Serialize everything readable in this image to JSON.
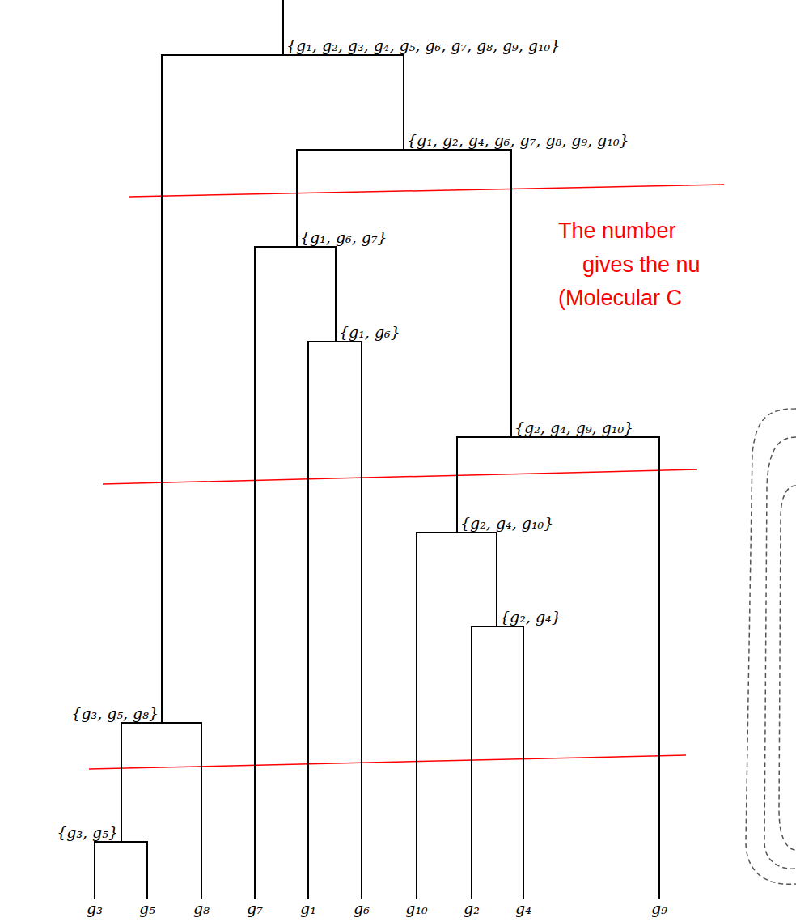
{
  "diagram": {
    "nodes": [
      {
        "text": [
          "{g₁, g₂, g₃, g₄, g₅, g₆, g₇, g₈, g₉, g₁₀}"
        ]
      },
      {
        "text": [
          "{g₁, g₂, g₄, g₆, g₇, g₈, g₉, g₁₀}"
        ]
      },
      {
        "text": [
          "{g₁, g₆, g₇}"
        ]
      },
      {
        "text": [
          "{g₁, g₆}"
        ]
      },
      {
        "text": [
          "{g₂, g₄, g₉, g₁₀}"
        ]
      },
      {
        "text": [
          "{g₂, g₄, g₁₀}"
        ]
      },
      {
        "text": [
          "{g₂, g₄}"
        ]
      },
      {
        "text": [
          "{g₃, g₅, g₈}"
        ]
      },
      {
        "text": [
          "{g₃, g₅}"
        ]
      },
      {
        "text": [
          "g₃"
        ]
      },
      {
        "text": [
          "g₅"
        ]
      },
      {
        "text": [
          "g₈"
        ]
      },
      {
        "text": [
          "g₇"
        ]
      },
      {
        "text": [
          "g₁"
        ]
      },
      {
        "text": [
          "g₆"
        ]
      },
      {
        "text": [
          "g₁₀"
        ]
      },
      {
        "text": [
          "g₂"
        ]
      },
      {
        "text": [
          "g₄"
        ]
      },
      {
        "text": [
          "g₉"
        ]
      }
    ],
    "edges": [
      {
        "from": 0,
        "to": 7,
        "arrow": "none"
      },
      {
        "from": 0,
        "to": 1,
        "arrow": "none"
      },
      {
        "from": 1,
        "to": 2,
        "arrow": "none"
      },
      {
        "from": 1,
        "to": 4,
        "arrow": "none"
      },
      {
        "from": 2,
        "to": 12,
        "arrow": "none"
      },
      {
        "from": 2,
        "to": 3,
        "arrow": "none"
      },
      {
        "from": 3,
        "to": 13,
        "arrow": "none"
      },
      {
        "from": 3,
        "to": 14,
        "arrow": "none"
      },
      {
        "from": 4,
        "to": 5,
        "arrow": "none"
      },
      {
        "from": 4,
        "to": 18,
        "arrow": "none"
      },
      {
        "from": 5,
        "to": 15,
        "arrow": "none"
      },
      {
        "from": 5,
        "to": 6,
        "arrow": "none"
      },
      {
        "from": 6,
        "to": 16,
        "arrow": "none"
      },
      {
        "from": 6,
        "to": 17,
        "arrow": "none"
      },
      {
        "from": 7,
        "to": 8,
        "arrow": "none"
      },
      {
        "from": 7,
        "to": 11,
        "arrow": "none"
      },
      {
        "from": 8,
        "to": 9,
        "arrow": "none"
      },
      {
        "from": 8,
        "to": 10,
        "arrow": "none"
      }
    ],
    "labels": [
      "The number",
      "gives the nu",
      "(Molecular C"
    ]
  }
}
